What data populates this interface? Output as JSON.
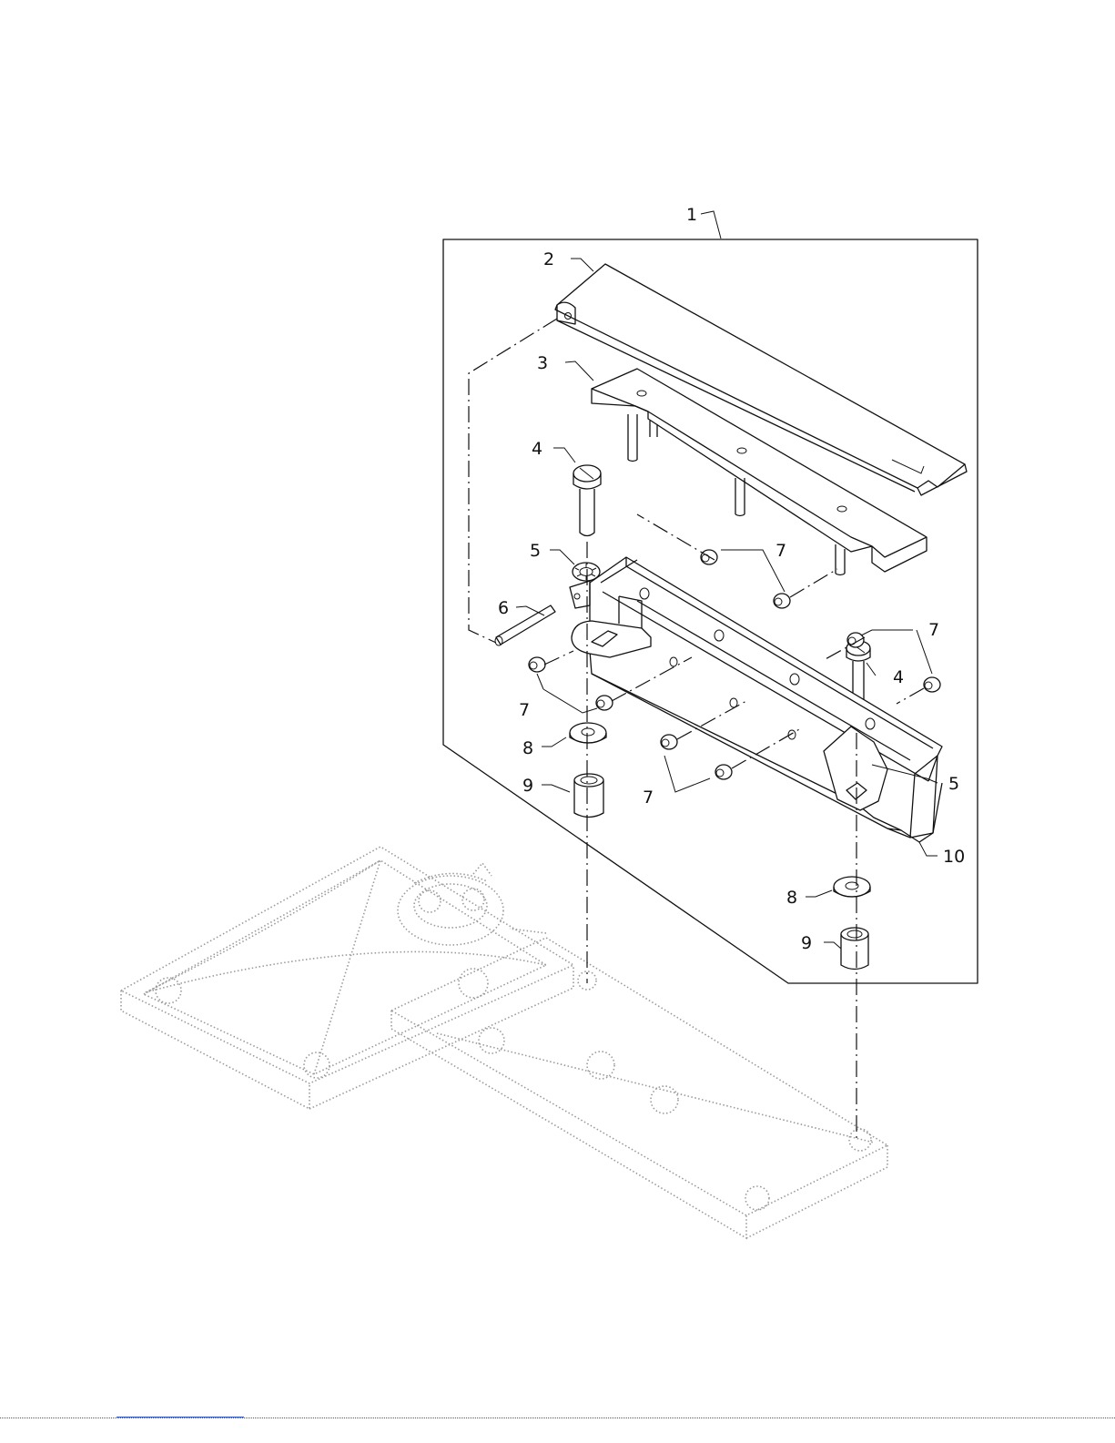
{
  "diagram": {
    "callouts": {
      "c1": "1",
      "c2": "2",
      "c3": "3",
      "c4a": "4",
      "c4b": "4",
      "c5a": "5",
      "c5b": "5",
      "c6": "6",
      "c7a": "7",
      "c7b": "7",
      "c7c": "7",
      "c7d": "7",
      "c8a": "8",
      "c8b": "8",
      "c9a": "9",
      "c9b": "9",
      "c10": "10"
    }
  }
}
